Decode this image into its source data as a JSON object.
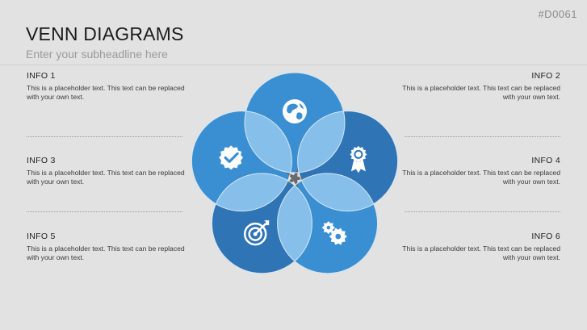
{
  "slide": {
    "code": "#D0061",
    "title": "VENN DIAGRAMS",
    "subtitle": "Enter your subheadline here"
  },
  "info": [
    {
      "title": "INFO 1",
      "text": "This is a placeholder text. This text can be replaced with your own text."
    },
    {
      "title": "INFO 2",
      "text": "This is a placeholder text. This text can be replaced with your own text."
    },
    {
      "title": "INFO 3",
      "text": "This is a placeholder text. This text can be replaced with your own text."
    },
    {
      "title": "INFO 4",
      "text": "This is a placeholder text. This text can be replaced with your own text."
    },
    {
      "title": "INFO 5",
      "text": "This is a placeholder text. This text can be replaced with your own text."
    },
    {
      "title": "INFO 6",
      "text": "This is a placeholder text. This text can be replaced with your own text."
    }
  ],
  "diagram": {
    "colors": {
      "mid": "#3a8fd2",
      "dark": "#2f74b5",
      "light": "#86c0ea",
      "dark_overlap": "#7aaed9",
      "center": "#6b6b6b",
      "icon": "#ffffff",
      "outline": "#d6e6f3"
    },
    "circles": [
      {
        "icon": "globe-icon",
        "tone": "mid"
      },
      {
        "icon": "ribbon-badge-icon",
        "tone": "dark"
      },
      {
        "icon": "gears-icon",
        "tone": "mid"
      },
      {
        "icon": "target-icon",
        "tone": "dark"
      },
      {
        "icon": "verified-badge-icon",
        "tone": "mid"
      }
    ]
  }
}
